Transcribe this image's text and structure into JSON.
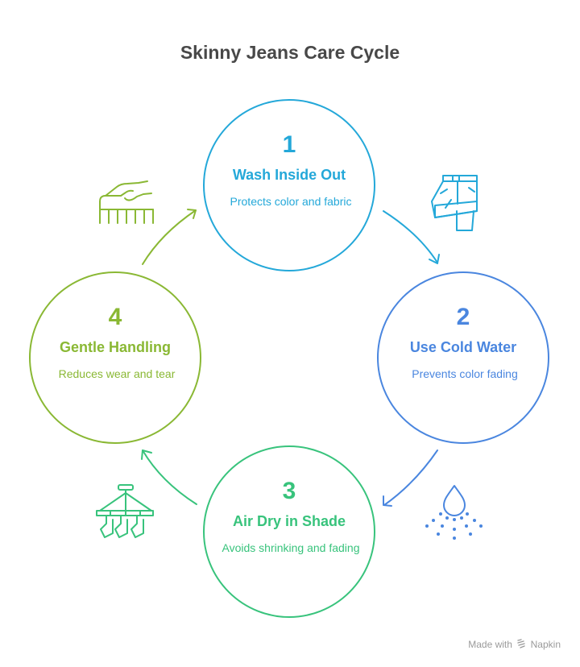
{
  "title": "Skinny Jeans Care Cycle",
  "colors": {
    "title": "#484848",
    "step1": "#24a8d9",
    "step2": "#4a86df",
    "step3": "#38c37c",
    "step4": "#8ab834",
    "footer": "#9a9a9a"
  },
  "steps": [
    {
      "number": "1",
      "heading": "Wash Inside Out",
      "description": "Protects color and fabric",
      "icon": "inside-out-jeans-icon"
    },
    {
      "number": "2",
      "heading": "Use Cold Water",
      "description": "Prevents color fading",
      "icon": "water-drop-spray-icon"
    },
    {
      "number": "3",
      "heading": "Air Dry in Shade",
      "description": "Avoids shrinking and fading",
      "icon": "drying-rack-icon"
    },
    {
      "number": "4",
      "heading": "Gentle Handling",
      "description": "Reduces wear and tear",
      "icon": "hand-on-brush-icon"
    }
  ],
  "footer": {
    "prefix": "Made with",
    "brand": "Napkin"
  }
}
